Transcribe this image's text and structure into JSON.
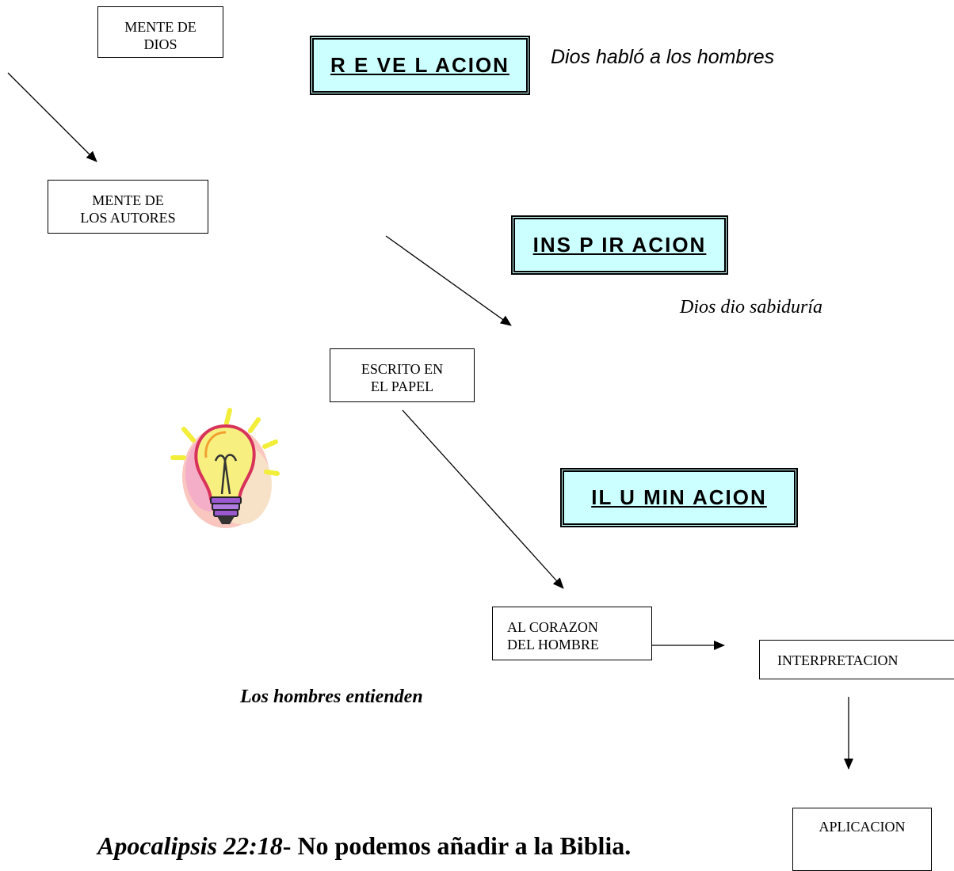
{
  "boxes": {
    "mente_dios": [
      "MENTE DE",
      "DIOS"
    ],
    "mente_autores": [
      "MENTE  DE",
      "LOS AUTORES"
    ],
    "escrito": [
      "ESCRITO EN",
      "EL PAPEL"
    ],
    "corazon": [
      "AL CORAZON",
      "DEL HOMBRE"
    ],
    "interpretacion": "INTERPRETACION",
    "aplicacion": "APLICACION"
  },
  "titles": {
    "revelacion": "R E VE L ACION",
    "inspiracion": "INS P IR ACION",
    "iluminacion": "IL U MIN ACION"
  },
  "captions": {
    "revelacion": "Dios habló a los hombres",
    "inspiracion": "Dios dio sabiduría",
    "iluminacion": "Los hombres entienden"
  },
  "footer": {
    "reference": "Apocalipsis 22:18",
    "text": "- No podemos añadir a la Biblia."
  },
  "icons": {
    "lightbulb": "lightbulb-icon"
  }
}
